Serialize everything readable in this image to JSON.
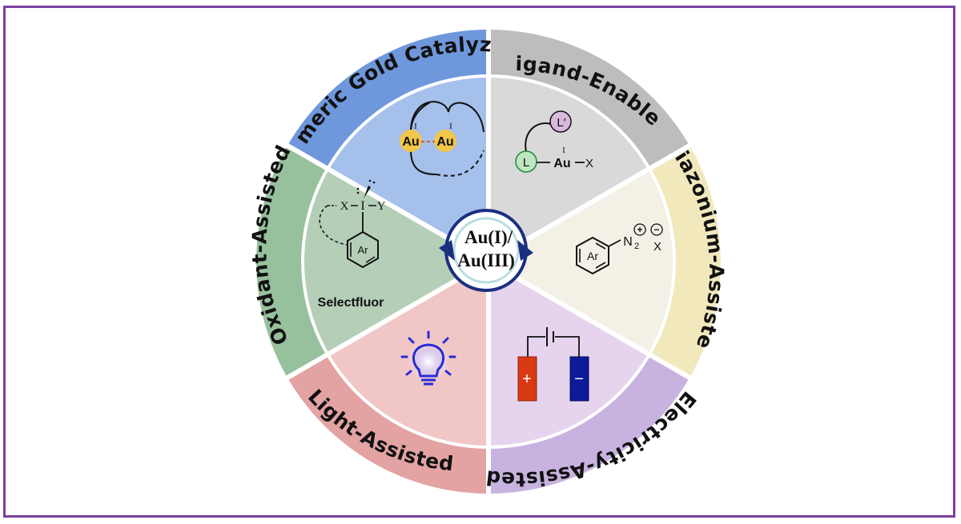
{
  "segments": [
    {
      "id": "ligand",
      "title": "Ligand-Enabled",
      "outer_color": "#bdbdbd",
      "inner_color": "#d9d9d9"
    },
    {
      "id": "diazonium",
      "title": "Diazonium-Assisted",
      "outer_color": "#f1e8bc",
      "inner_color": "#f3f0e6"
    },
    {
      "id": "electricity",
      "title": "Electricity-Assisted",
      "outer_color": "#c8b3e0",
      "inner_color": "#e6d4ee"
    },
    {
      "id": "light",
      "title": "Light-Assisted",
      "outer_color": "#e3a3a3",
      "inner_color": "#f0c6c6"
    },
    {
      "id": "oxidant",
      "title": "Oxidant-Assisted",
      "outer_color": "#97c09d",
      "inner_color": "#b5ceb8"
    },
    {
      "id": "dimeric",
      "title": "Dimeric Gold Catalyzed",
      "outer_color": "#6f97dc",
      "inner_color": "#a6c0ec"
    }
  ],
  "center": {
    "line1": "Au(I)/",
    "line2": "Au(III)"
  },
  "dimeric": {
    "au_left": "Au",
    "au_right": "Au",
    "ox_left": "I",
    "ox_right": "I"
  },
  "ligand": {
    "l_prime": "L′",
    "l": "L",
    "au": "Au",
    "x": "X",
    "ox": "I"
  },
  "diazonium": {
    "ar": "Ar",
    "n2": "N",
    "n2_sub": "2",
    "plus": "+",
    "minus": "−",
    "x": "X"
  },
  "oxidant": {
    "x": "X",
    "i": "I",
    "y": "Y",
    "ar": "Ar",
    "caption": "Selectfluor"
  },
  "electricity": {
    "plus": "+",
    "minus": "−"
  },
  "colors": {
    "frame": "#7a3fa1",
    "cycle_arrow": "#1a2f80",
    "bulb": "#2b2bd6",
    "anode": "#d93a12",
    "cathode": "#0d1a9a"
  }
}
